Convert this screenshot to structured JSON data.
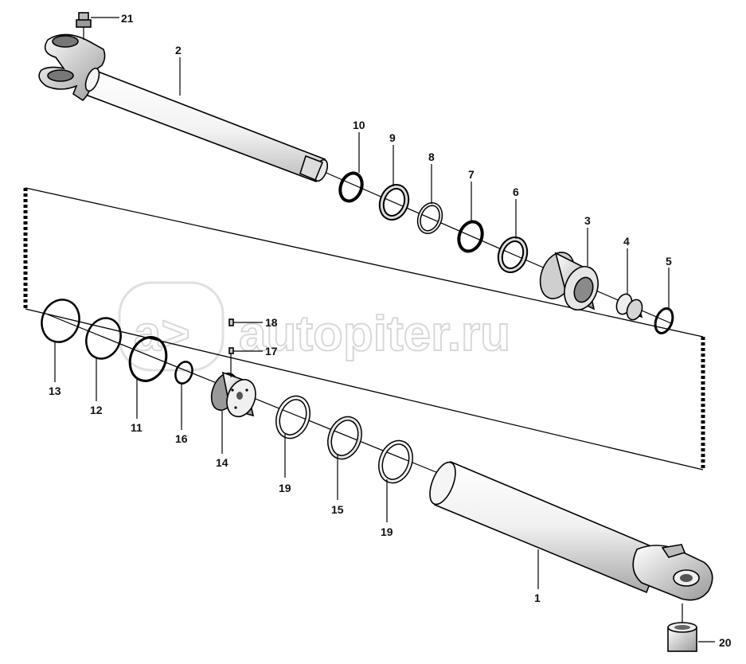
{
  "watermark": {
    "text": "autopiter.ru",
    "logo": "a>"
  },
  "callouts": [
    {
      "id": "1",
      "text": "1"
    },
    {
      "id": "2",
      "text": "2"
    },
    {
      "id": "3",
      "text": "3"
    },
    {
      "id": "4",
      "text": "4"
    },
    {
      "id": "5",
      "text": "5"
    },
    {
      "id": "6",
      "text": "6"
    },
    {
      "id": "7",
      "text": "7"
    },
    {
      "id": "8",
      "text": "8"
    },
    {
      "id": "9",
      "text": "9"
    },
    {
      "id": "10",
      "text": "10"
    },
    {
      "id": "11",
      "text": "11"
    },
    {
      "id": "12",
      "text": "12"
    },
    {
      "id": "13",
      "text": "13"
    },
    {
      "id": "14",
      "text": "14"
    },
    {
      "id": "15",
      "text": "15"
    },
    {
      "id": "16",
      "text": "16"
    },
    {
      "id": "17",
      "text": "17"
    },
    {
      "id": "18",
      "text": "18"
    },
    {
      "id": "19a",
      "text": "19"
    },
    {
      "id": "19b",
      "text": "19"
    },
    {
      "id": "20",
      "text": "20"
    },
    {
      "id": "21",
      "text": "21"
    }
  ]
}
